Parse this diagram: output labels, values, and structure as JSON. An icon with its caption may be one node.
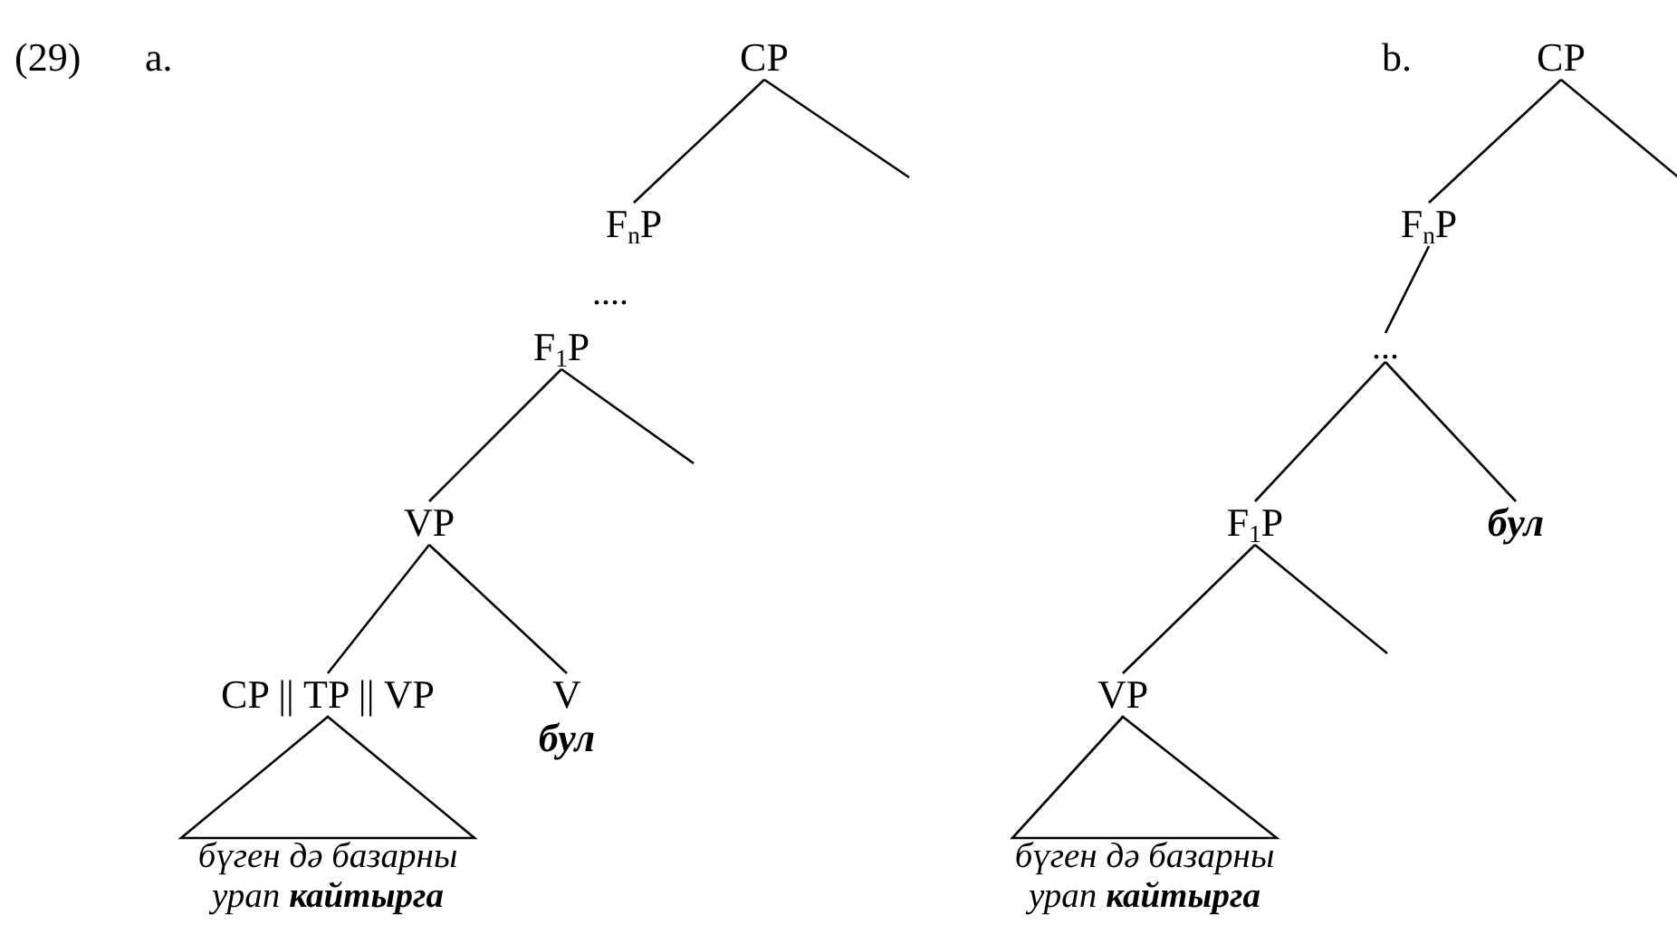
{
  "diagram": {
    "nodes": [
      {
        "text": [
          "CP"
        ]
      },
      {
        "text": [
          "F$_{n}$P"
        ]
      },
      {
        "text": [
          "F$_{1}$P"
        ]
      },
      {
        "text": [
          "VP"
        ]
      },
      {
        "text": [
          "CP || TP || VP"
        ]
      },
      {
        "text": [
          "V",
          "бул"
        ]
      },
      {
        "text": [
          "бүген дә базарны урап **кайтырга**"
        ]
      },
      {
        "text": [
          "CP"
        ]
      },
      {
        "text": [
          "F$_{n}$P"
        ]
      },
      {
        "text": [
          "..."
        ]
      },
      {
        "text": [
          "F$_{1}$P"
        ]
      },
      {
        "text": [
          "бул"
        ]
      },
      {
        "text": [
          "VP"
        ]
      },
      {
        "text": [
          "бүген дә базарны урап **кайтырга**"
        ]
      }
    ],
    "edges": [
      {
        "from": 0,
        "to": 1,
        "arrow": "none"
      },
      {
        "from": 0,
        "to": null,
        "arrow": "none"
      },
      {
        "from": 2,
        "to": 3,
        "arrow": "none"
      },
      {
        "from": 2,
        "to": null,
        "arrow": "none"
      },
      {
        "from": 3,
        "to": 4,
        "arrow": "none"
      },
      {
        "from": 3,
        "to": 5,
        "arrow": "none"
      },
      {
        "from": 4,
        "to": 6,
        "arrow": "none"
      },
      {
        "from": 7,
        "to": 8,
        "arrow": "none"
      },
      {
        "from": 7,
        "to": null,
        "arrow": "none"
      },
      {
        "from": 8,
        "to": 9,
        "arrow": "none"
      },
      {
        "from": 9,
        "to": 10,
        "arrow": "none"
      },
      {
        "from": 9,
        "to": 11,
        "arrow": "none"
      },
      {
        "from": 10,
        "to": 12,
        "arrow": "none"
      },
      {
        "from": 10,
        "to": null,
        "arrow": "none"
      },
      {
        "from": 12,
        "to": 13,
        "arrow": "none"
      }
    ],
    "labels": [
      "(29)",
      "a.",
      "....",
      "b."
    ]
  }
}
